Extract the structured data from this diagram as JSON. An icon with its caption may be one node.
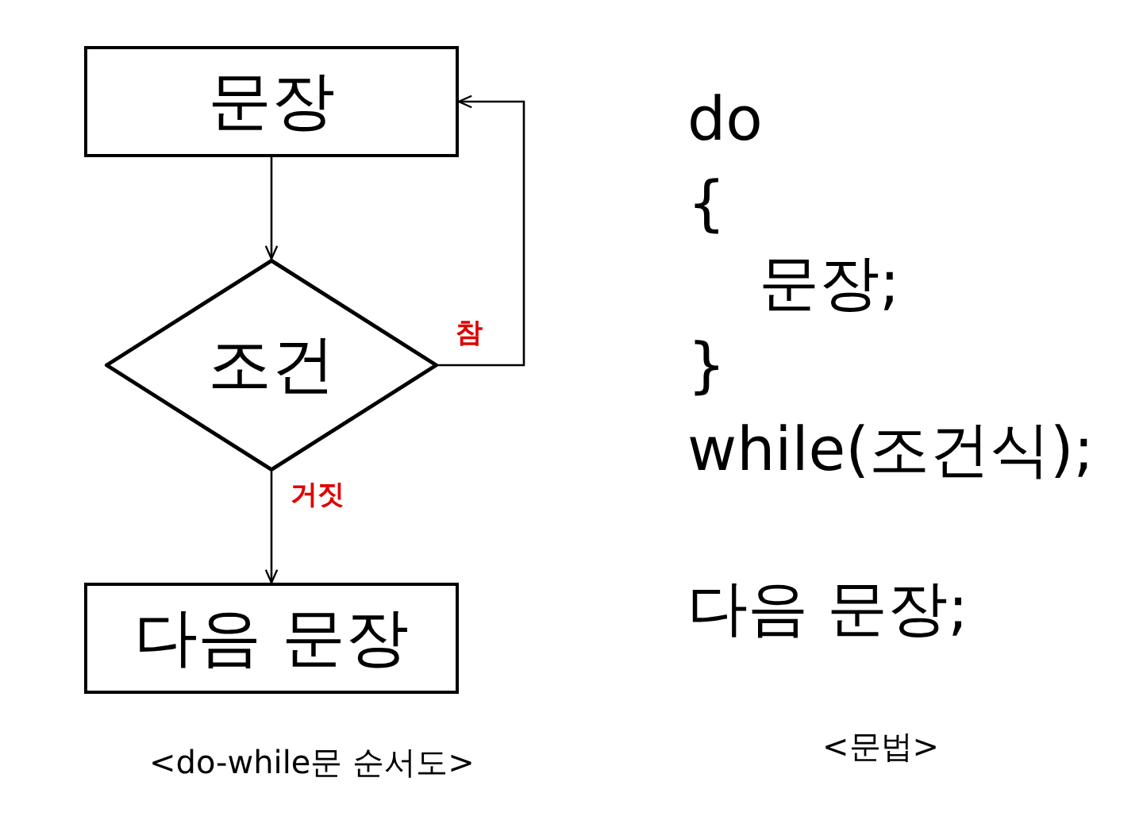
{
  "diagram": {
    "nodes": [
      {
        "text": [
          "문장"
        ]
      },
      {
        "text": [
          "조건"
        ]
      },
      {
        "text": [
          "다음 문장"
        ]
      }
    ],
    "edges": [
      {
        "from": 0,
        "to": 1,
        "arrow": "to"
      },
      {
        "from": 1,
        "to": 0,
        "arrow": "to",
        "label": "참"
      },
      {
        "from": 1,
        "to": 2,
        "arrow": "to",
        "label": "거짓"
      }
    ],
    "labels": [
      "do",
      "{",
      "문장;",
      "}",
      "while(조건식);",
      "다음 문장;",
      "<do-while문 순서도>",
      "<문법>"
    ]
  }
}
